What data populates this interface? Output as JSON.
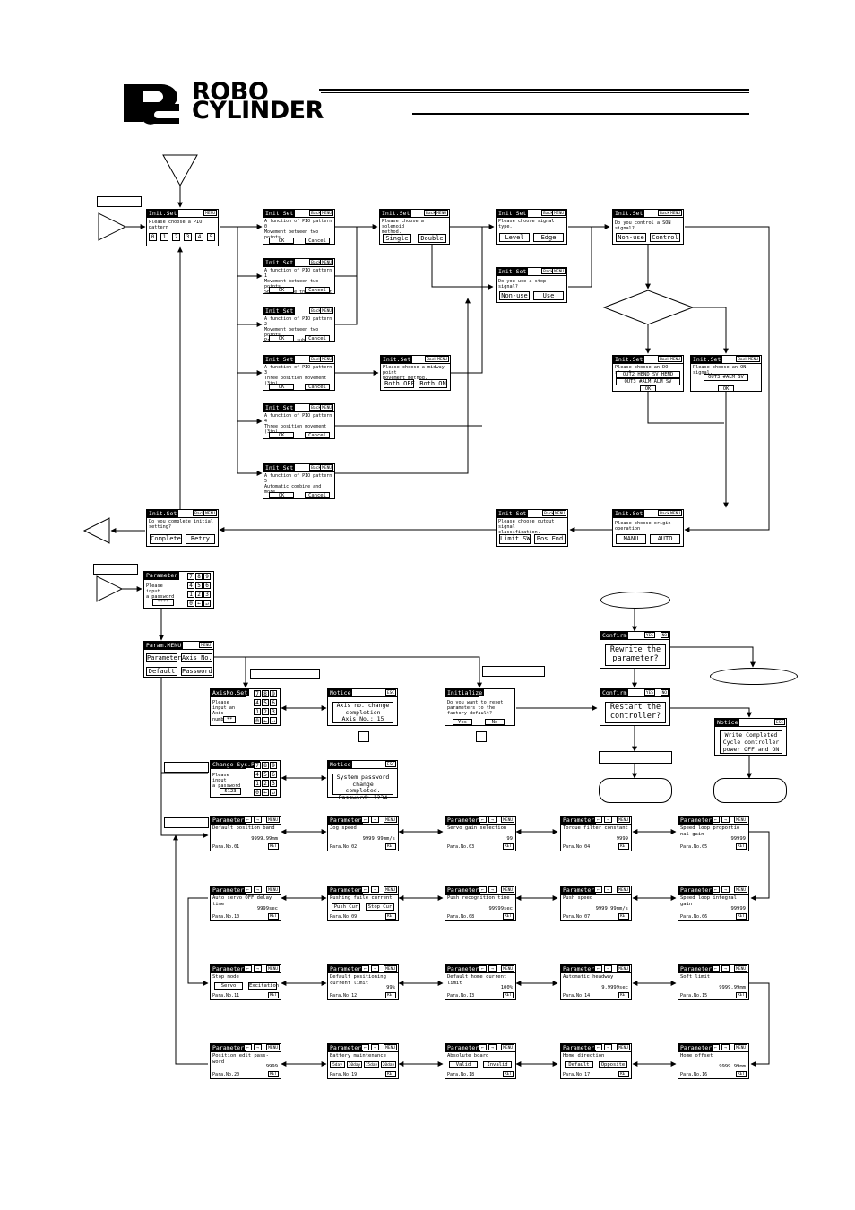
{
  "logo": {
    "word1": "ROBO",
    "word2": "CYLINDER"
  },
  "init": {
    "main": {
      "title": "Init.Set",
      "menu": "MENU",
      "prompt": "Please choose a PIO pattern",
      "digits": [
        "0",
        "1",
        "2",
        "3",
        "4",
        "5"
      ]
    },
    "patterns": [
      {
        "title": "Init.Set",
        "back": "Back",
        "menu": "MENU",
        "text": "A function of PIO pattern 0\nMovement between two points",
        "ok": "OK",
        "cancel": "Cancel"
      },
      {
        "title": "Init.Set",
        "back": "Back",
        "menu": "MENU",
        "text": "A function of PIO pattern 1\nMovement between two points\nSpeed change the movement",
        "ok": "OK",
        "cancel": "Cancel"
      },
      {
        "title": "Init.Set",
        "back": "Back",
        "menu": "MENU",
        "text": "A function of PIO pattern 2\nMovement between two points\nPreparation substitute",
        "ok": "OK",
        "cancel": "Cancel"
      },
      {
        "title": "Init.Set",
        "back": "Back",
        "menu": "MENU",
        "text": "A function of PIO pattern 3\nThree position movement (3in)",
        "ok": "OK",
        "cancel": "Cancel"
      },
      {
        "title": "Init.Set",
        "back": "Back",
        "menu": "MENU",
        "text": "A function of PIO pattern 4\nThree position movement (3in)",
        "ok": "OK",
        "cancel": "Cancel"
      },
      {
        "title": "Init.Set",
        "back": "Back",
        "menu": "MENU",
        "text": "A function of PIO pattern 5\nAutomatic combine and more",
        "ok": "OK",
        "cancel": "Cancel"
      }
    ],
    "solenoid": {
      "title": "Init.Set",
      "back": "Back",
      "menu": "MENU",
      "text": "Please choose a solenoid\nmethod.",
      "b1": "Single",
      "b2": "Double"
    },
    "midway": {
      "title": "Init.Set",
      "back": "Back",
      "menu": "MENU",
      "text": "Please choose a midway point\nmovement method.",
      "b1": "Both OFF",
      "b2": "Both ON"
    },
    "signal_type": {
      "title": "Init.Set",
      "back": "Back",
      "menu": "MENU",
      "text": "Please choose signal type.",
      "b1": "Level",
      "b2": "Edge"
    },
    "stop_signal": {
      "title": "Init.Set",
      "back": "Back",
      "menu": "MENU",
      "text": "Do you use a stop signal?",
      "b1": "Non-use",
      "b2": "Use"
    },
    "son": {
      "title": "Init.Set",
      "back": "Back",
      "menu": "MENU",
      "text": "Do you control a SON signal?",
      "b1": "Non-use",
      "b2": "Control"
    },
    "do_signal": {
      "title": "Init.Set",
      "back": "Back",
      "menu": "MENU",
      "text": "Please choose an DO signal.",
      "row1": "OUT2 HEND SV HEND",
      "row2": "OUT3 #ALM ALM SV",
      "ok": "OK"
    },
    "on_signal": {
      "title": "Init.Set",
      "back": "Back",
      "menu": "MENU",
      "text": "Please choose an ON signal.",
      "row1": "OUT3 #ALM SV",
      "ok": "OK"
    },
    "origin": {
      "title": "Init.Set",
      "back": "Back",
      "menu": "MENU",
      "text": "Please choose origin operation",
      "b1": "MANU",
      "b2": "AUTO"
    },
    "output_class": {
      "title": "Init.Set",
      "back": "Back",
      "menu": "MENU",
      "text": "Please choose output signal\nclassification.",
      "b1": "Limit SW",
      "b2": "Pos.End"
    },
    "complete": {
      "title": "Init.Set",
      "back": "Back",
      "menu": "MENU",
      "text": "Do you complete initial\nsetting?",
      "b1": "Complete",
      "b2": "Retry"
    }
  },
  "param": {
    "password": {
      "title": "Parameter",
      "text": "Please input\na password",
      "value": "****",
      "keys": [
        "7",
        "8",
        "9",
        "4",
        "5",
        "6",
        "1",
        "2",
        "3",
        "0",
        "←",
        "↵"
      ]
    },
    "menu": {
      "title": "Param.MENU",
      "menu": "MENU",
      "b1": "Parameter",
      "b2": "Axis No.",
      "b3": "Default",
      "b4": "Password"
    },
    "axis_set": {
      "title": "AxisNo.Set",
      "text": "Please input an\nAxis number.",
      "value": "**",
      "keys": [
        "7",
        "8",
        "9",
        "4",
        "5",
        "6",
        "1",
        "2",
        "3",
        "0",
        "←",
        "↵"
      ]
    },
    "axis_notice": {
      "title": "Notice",
      "esc": "ESC",
      "text": "Axis no. change\ncompletion\nAxis No.: 15"
    },
    "initialize": {
      "title": "Initialize",
      "text": "Do you want to reset\nparameters to the\nfactory default?",
      "b1": "Yes",
      "b2": "No"
    },
    "change_pw": {
      "title": "Change Sys.Pw",
      "text": "Please input\na password",
      "value": "5123",
      "keys": [
        "7",
        "8",
        "9",
        "4",
        "5",
        "6",
        "1",
        "2",
        "3",
        "0",
        "←",
        "↵"
      ]
    },
    "pw_notice": {
      "title": "Notice",
      "esc": "ESC",
      "text": "System password\nchange completed.\nPassword: 1234"
    },
    "confirm1": {
      "title": "Confirm",
      "yes": "YES",
      "no": "NO",
      "text": "Rewrite the\nparameter?"
    },
    "confirm2": {
      "title": "Confirm",
      "yes": "YES",
      "no": "NO",
      "text": "Restart the\ncontroller?"
    },
    "write_notice": {
      "title": "Notice",
      "esc": "ESC",
      "text": "Write Completed\nCycle controller\npower OFF and ON"
    }
  },
  "params": [
    {
      "name": "Default position band",
      "value": "9999.99mm",
      "no": "Para.No.01"
    },
    {
      "name": "Jog speed",
      "value": "9999.99mm/s",
      "no": "Para.No.02"
    },
    {
      "name": "Servo gain selection",
      "value": "99",
      "no": "Para.No.03"
    },
    {
      "name": "Torque filter constant",
      "value": "9999",
      "no": "Para.No.04"
    },
    {
      "name": "Speed loop proportio\nnal gain",
      "value": "99999",
      "no": "Para.No.05"
    },
    {
      "name": "Speed loop integral\ngain",
      "value": "99999",
      "no": "Para.No.06"
    },
    {
      "name": "Push speed",
      "value": "9999.99mm/s",
      "no": "Para.No.07"
    },
    {
      "name": "Push recognition time",
      "value": "99999sec",
      "no": "Para.No.08"
    },
    {
      "name": "Pushing faile current",
      "value": "",
      "no": "Para.No.09",
      "b1": "Push Cur",
      "b2": "Stop Cur"
    },
    {
      "name": "Auto servo OFF delay\ntime",
      "value": "9999sec",
      "no": "Para.No.10"
    },
    {
      "name": "Stop mode",
      "value": "",
      "no": "Para.No.11",
      "b1": "Servo",
      "b2": "Excitation"
    },
    {
      "name": "Default positioning\ncurrent limit",
      "value": "99%",
      "no": "Para.No.12"
    },
    {
      "name": "Default home current\nlimit",
      "value": "100%",
      "no": "Para.No.13"
    },
    {
      "name": "Automatic headway",
      "value": "9.9999sec",
      "no": "Para.No.14"
    },
    {
      "name": "Soft limit",
      "value": "9999.99mm",
      "no": "Para.No.15"
    },
    {
      "name": "Home offset",
      "value": "9999.99mm",
      "no": "Para.No.16"
    },
    {
      "name": "Home direction",
      "value": "",
      "no": "Para.No.17",
      "b1": "Default",
      "b2": "Opposite"
    },
    {
      "name": "Absolute board",
      "value": "",
      "no": "Para.No.18",
      "b1": "Valid",
      "b2": "Invalid"
    },
    {
      "name": "Battery maintenance",
      "value": "",
      "no": "Para.No.19",
      "b1": "5day",
      "b2": "10day",
      "b3": "15day",
      "b4": "20day"
    },
    {
      "name": "Position edit pass-\nword",
      "value": "9999",
      "no": "Para.No.20"
    }
  ],
  "param_common": {
    "title": "Parameter",
    "menu": "MENU",
    "ret": "RET"
  }
}
